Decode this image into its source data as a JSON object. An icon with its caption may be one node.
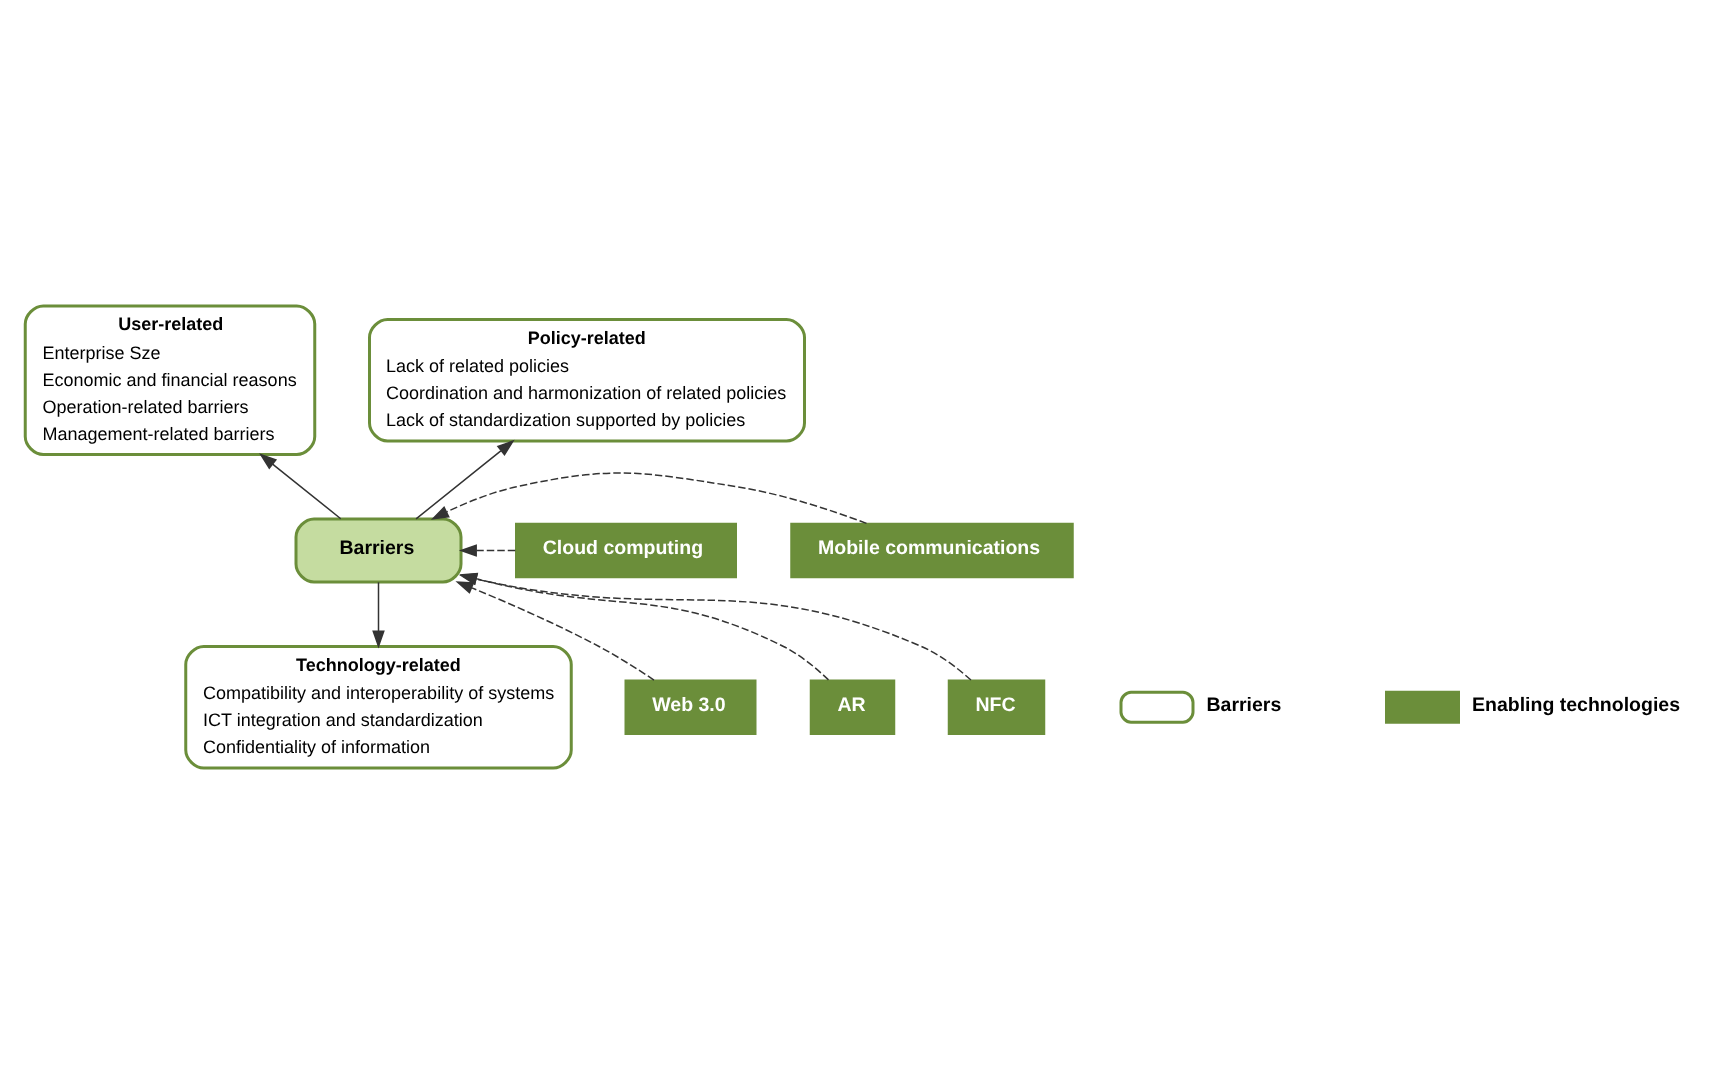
{
  "diagram": {
    "nodes": [
      {
        "text": [
          "User-related",
          "Enterprise Sze",
          "Economic and financial reasons",
          "Operation-related barriers",
          "Management-related barriers"
        ]
      },
      {
        "text": [
          "Policy-related",
          "Lack of related policies",
          "Coordination and harmonization of related policies",
          "Lack of standardization supported by policies"
        ]
      },
      {
        "text": [
          "Cloud computing"
        ]
      },
      {
        "text": [
          "Barriers"
        ]
      },
      {
        "text": [
          "Mobile communications"
        ]
      },
      {
        "text": [
          "Web 3.0"
        ]
      },
      {
        "text": [
          "AR"
        ]
      },
      {
        "text": [
          "Technology-related",
          "Compatibility and interoperability of systems",
          "ICT integration and standardization",
          "Confidentiality of information"
        ]
      },
      {
        "text": [
          "NFC"
        ]
      }
    ],
    "edges": [
      {
        "from": 3,
        "to": 0,
        "arrow": "to"
      },
      {
        "from": 3,
        "to": 1,
        "arrow": "to"
      },
      {
        "from": 2,
        "to": 3,
        "arrow": "to",
        "style": "dashed"
      },
      {
        "from": 4,
        "to": 3,
        "arrow": "to",
        "style": "dashed"
      },
      {
        "from": 5,
        "to": 3,
        "arrow": "to",
        "style": "dashed"
      },
      {
        "from": 6,
        "to": 3,
        "arrow": "to",
        "style": "dashed"
      },
      {
        "from": 8,
        "to": 3,
        "arrow": "to",
        "style": "dashed"
      },
      {
        "from": 3,
        "to": 7,
        "arrow": "to"
      }
    ],
    "legend": [
      {
        "text": "Barriers"
      },
      {
        "text": "Enabling technologies",
        "color": "#6b8e3a"
      }
    ]
  }
}
